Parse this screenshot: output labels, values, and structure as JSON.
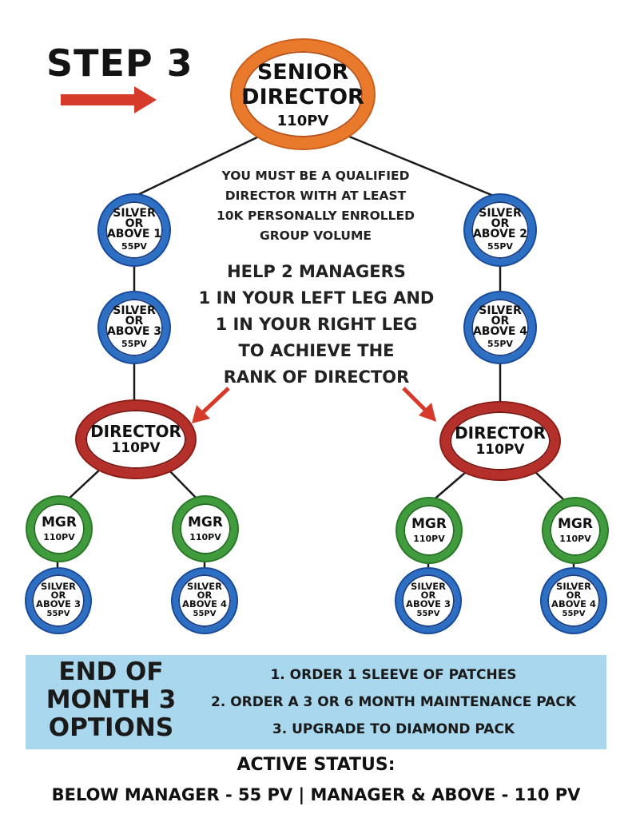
{
  "step": {
    "title": "STEP 3"
  },
  "senior": {
    "line1": "SENIOR",
    "line2": "DIRECTOR",
    "pv": "110PV"
  },
  "requirement": [
    "YOU MUST BE A QUALIFIED",
    "DIRECTOR WITH AT LEAST",
    "10K PERSONALLY ENROLLED",
    "GROUP VOLUME"
  ],
  "help": [
    "HELP 2 MANAGERS",
    "1 IN YOUR LEFT LEG AND",
    "1 IN YOUR RIGHT LEG",
    "TO ACHIEVE THE",
    "RANK OF DIRECTOR"
  ],
  "silver1": {
    "line1": "SILVER",
    "line2": "OR",
    "line3": "ABOVE 1",
    "pv": "55PV"
  },
  "silver2": {
    "line1": "SILVER",
    "line2": "OR",
    "line3": "ABOVE 2",
    "pv": "55PV"
  },
  "silver3": {
    "line1": "SILVER",
    "line2": "OR",
    "line3": "ABOVE 3",
    "pv": "55PV"
  },
  "silver4": {
    "line1": "SILVER",
    "line2": "OR",
    "line3": "ABOVE 4",
    "pv": "55PV"
  },
  "director": {
    "label": "DIRECTOR",
    "pv": "110PV"
  },
  "mgr": {
    "label": "MGR",
    "pv": "110PV"
  },
  "end_of_month": {
    "title": [
      "END OF",
      "MONTH 3",
      "OPTIONS"
    ],
    "options": [
      "1. ORDER 1 SLEEVE OF PATCHES",
      "2. ORDER A 3 OR 6 MONTH MAINTENANCE PACK",
      "3. UPGRADE TO DIAMOND PACK"
    ]
  },
  "active_status": {
    "title": "ACTIVE STATUS:",
    "line": "BELOW MANAGER - 55 PV  |  MANAGER & ABOVE - 110 PV"
  },
  "colors": {
    "orange": "#ea7a2b",
    "red": "#b6302b",
    "blue": "#2d6fc3",
    "green": "#3f9b3b",
    "panel": "#a9d8ee",
    "arrow": "#d63a2a"
  }
}
